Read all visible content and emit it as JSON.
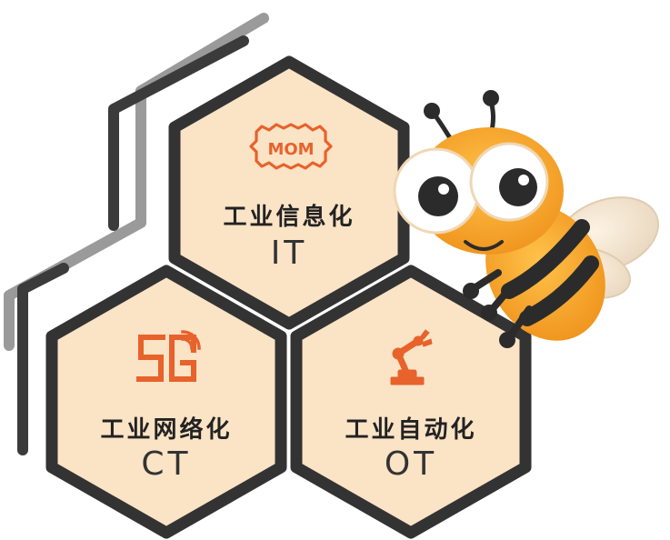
{
  "diagram": {
    "hexagons": [
      {
        "id": "it",
        "title": "工业信息化",
        "abbr": "IT",
        "icon": "gear-mom-icon",
        "icon_text": "MOM"
      },
      {
        "id": "ct",
        "title": "工业网络化",
        "abbr": "CT",
        "icon": "5g-icon"
      },
      {
        "id": "ot",
        "title": "工业自动化",
        "abbr": "OT",
        "icon": "robot-arm-icon"
      }
    ],
    "mascot": "bee-mascot-icon"
  },
  "colors": {
    "hex_fill": "#fbe3c6",
    "hex_border": "#333333",
    "accent": "#e8622b",
    "line_dark": "#3b3b3b",
    "line_light": "#9a9a9a"
  }
}
